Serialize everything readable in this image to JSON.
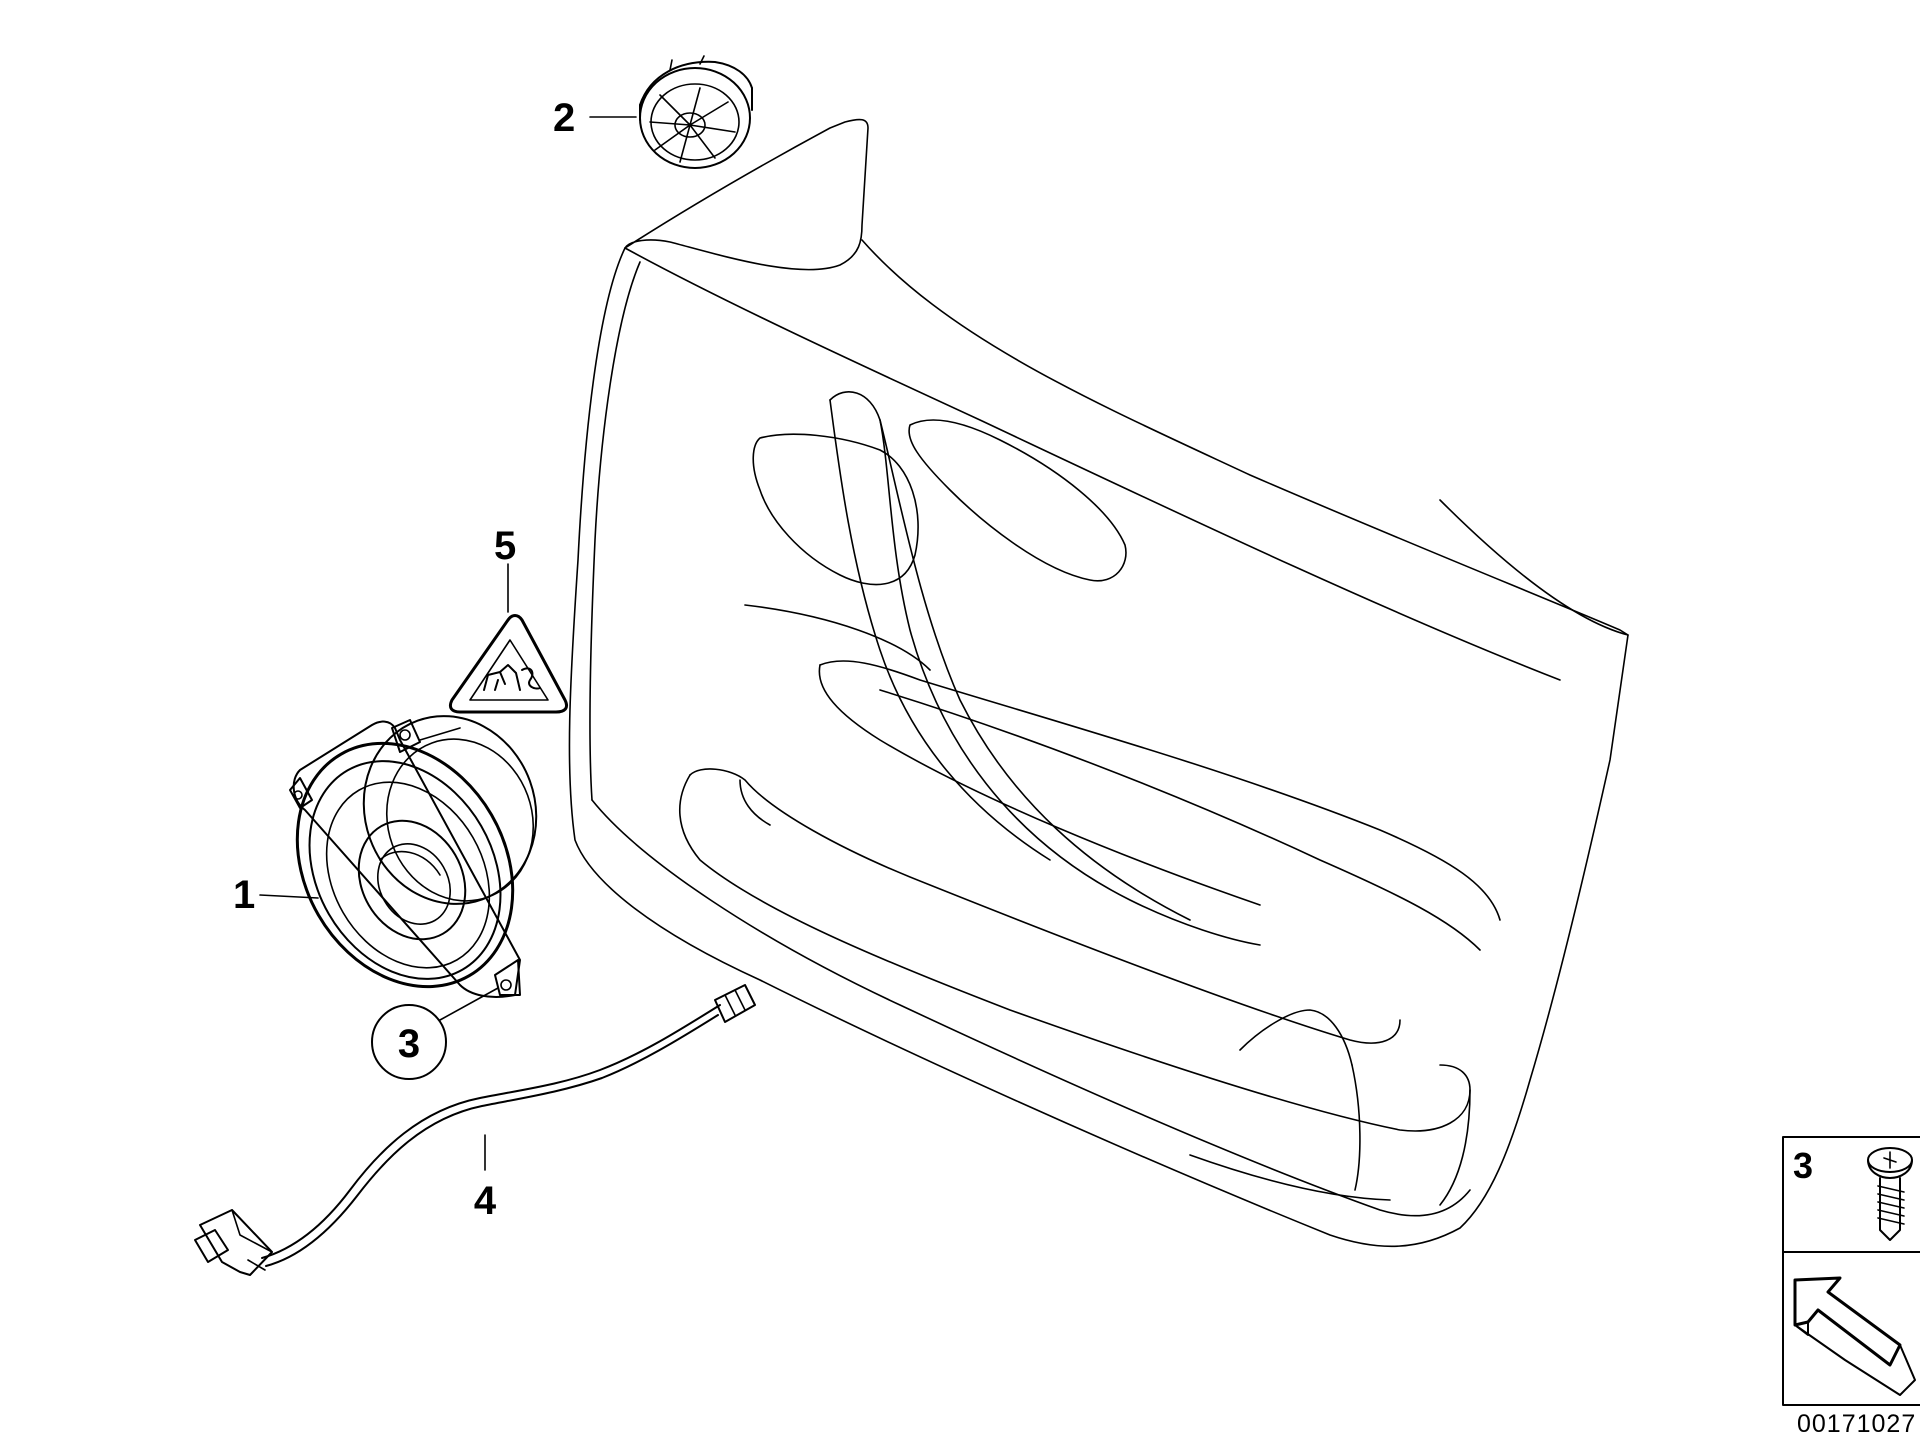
{
  "diagram": {
    "callouts": {
      "speaker": "1",
      "tweeter": "2",
      "screw": "3",
      "cable": "4",
      "warning_label": "5"
    },
    "legend": {
      "screw_number": "3"
    },
    "document_number": "00171027"
  }
}
